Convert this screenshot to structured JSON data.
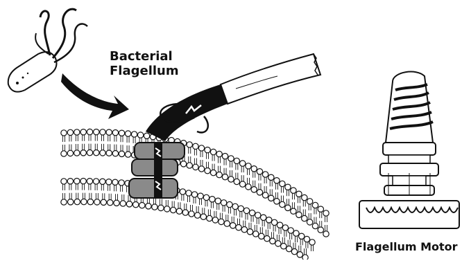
{
  "labels": {
    "bacterial_flagellum": [
      "Bacterial",
      "Flagellum"
    ],
    "flagellum_motor": "Flagellum Motor"
  },
  "colors": {
    "ink": "#111111",
    "disk_fill": "#8a8a8a",
    "paper": "#ffffff"
  }
}
